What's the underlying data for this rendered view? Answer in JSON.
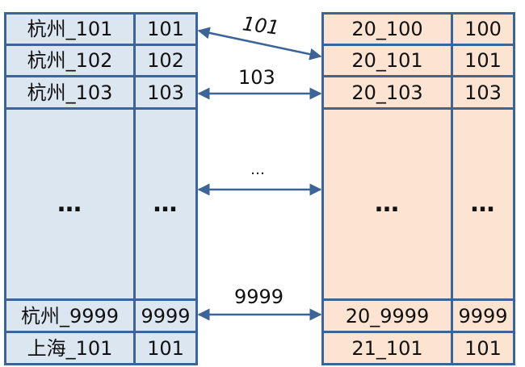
{
  "left_table": {
    "col_a": [
      "杭州_101",
      "杭州_102",
      "杭州_103",
      "…",
      "杭州_9999",
      "上海_101"
    ],
    "col_b": [
      "101",
      "102",
      "103",
      "…",
      "9999",
      "101"
    ]
  },
  "right_table": {
    "col_a": [
      "20_100",
      "20_101",
      "20_103",
      "…",
      "20_9999",
      "21_101"
    ],
    "col_b": [
      "100",
      "101",
      "103",
      "…",
      "9999",
      "101"
    ]
  },
  "arrows": {
    "a1_label": "101",
    "a2_label": "103",
    "a3_label": "…",
    "a4_label": "9999"
  },
  "colors": {
    "border": "#3d6496",
    "left_fill": "#dce6f1",
    "right_fill": "#fde4d2",
    "arrow": "#3d6496"
  }
}
